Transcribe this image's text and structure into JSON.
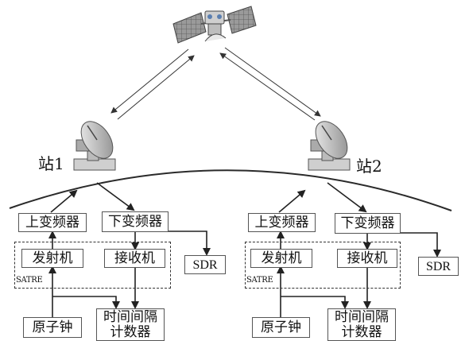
{
  "stations": [
    {
      "label": "站1",
      "up_converter": "上变频器",
      "down_converter": "下变频器",
      "transmitter": "发射机",
      "receiver": "接收机",
      "modem_label": "SATRE",
      "sdr": "SDR",
      "atomic_clock": "原子钟",
      "counter_line1": "时间间隔",
      "counter_line2": "计数器"
    },
    {
      "label": "站2",
      "up_converter": "上变频器",
      "down_converter": "下变频器",
      "transmitter": "发射机",
      "receiver": "接收机",
      "modem_label": "SATRE",
      "sdr": "SDR",
      "atomic_clock": "原子钟",
      "counter_line1": "时间间隔",
      "counter_line2": "计数器"
    }
  ],
  "icons": [
    "satellite-icon",
    "antenna-dish-icon"
  ],
  "colors": {
    "line": "#333333",
    "box_border": "#555555",
    "satellite_panel": "#9a9a9a"
  }
}
